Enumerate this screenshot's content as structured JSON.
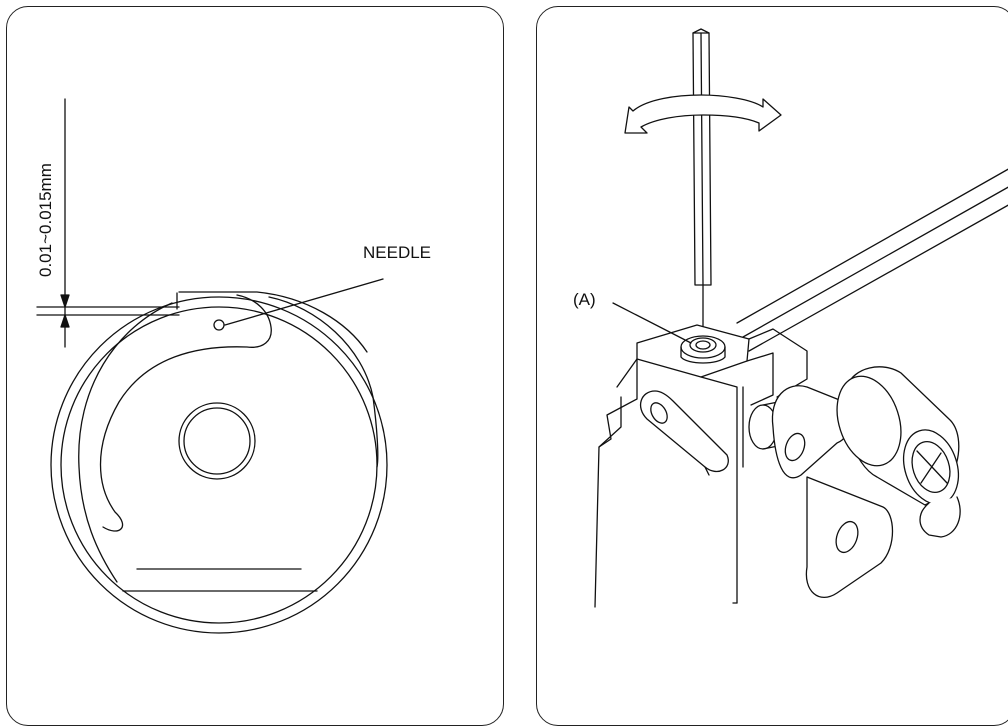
{
  "left_panel": {
    "gap_dimension": "0.01~0.015mm",
    "needle_label": "NEEDLE"
  },
  "right_panel": {
    "part_label": "(A)"
  },
  "colors": {
    "line": "#111111",
    "background": "#ffffff"
  }
}
